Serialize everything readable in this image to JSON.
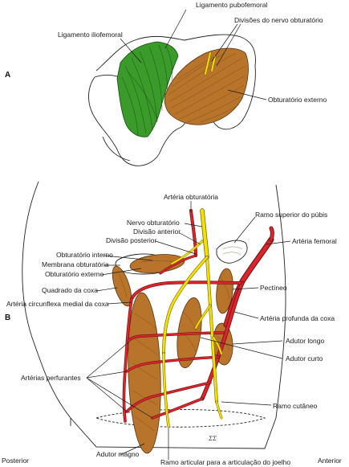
{
  "panels": {
    "a": "A",
    "b": "B"
  },
  "labels_a": {
    "ligamento_pubofemoral": "Ligamento pubofemoral",
    "divisoes_nervo": "Divisões do nervo obturatório",
    "ligamento_iliofemoral": "Ligamento iliofemoral",
    "obturatorio_externo": "Obturatório externo"
  },
  "labels_b": {
    "arteria_obturatoria": "Artéria obturatória",
    "nervo_obturatorio": "Nervo obturatório",
    "divisao_anterior": "Divisão anterior",
    "divisao_posterior": "Divisão posterior",
    "ramo_superior_pubis": "Ramo superior do púbis",
    "arteria_femoral": "Artéria femoral",
    "obturatorio_interno": "Obturatório interno",
    "membrana_obturatoria": "Membrana obturatória",
    "obturatorio_externo": "Obturatório externo",
    "quadrado_coxa": "Quadrado da coxa",
    "circunflexa_medial": "Artéria circunflexa medial da coxa",
    "pectineo": "Pectíneo",
    "profunda_coxa": "Artéria profunda da coxa",
    "adutor_longo": "Adutor longo",
    "adutor_curto": "Adutor curto",
    "arterias_perfurantes": "Artérias perfurantes",
    "ramo_cutaneo": "Ramo cutâneo",
    "adutor_magno": "Adutor magno",
    "ramo_articular": "Ramo articular para a articulação do joelho"
  },
  "orientation": {
    "posterior": "Posterior",
    "anterior": "Anterior"
  },
  "signature": "ΣΣ",
  "colors": {
    "muscle": "#b8742a",
    "ligament": "#3a9a2a",
    "artery": "#d9262c",
    "nerve": "#f5e000"
  }
}
